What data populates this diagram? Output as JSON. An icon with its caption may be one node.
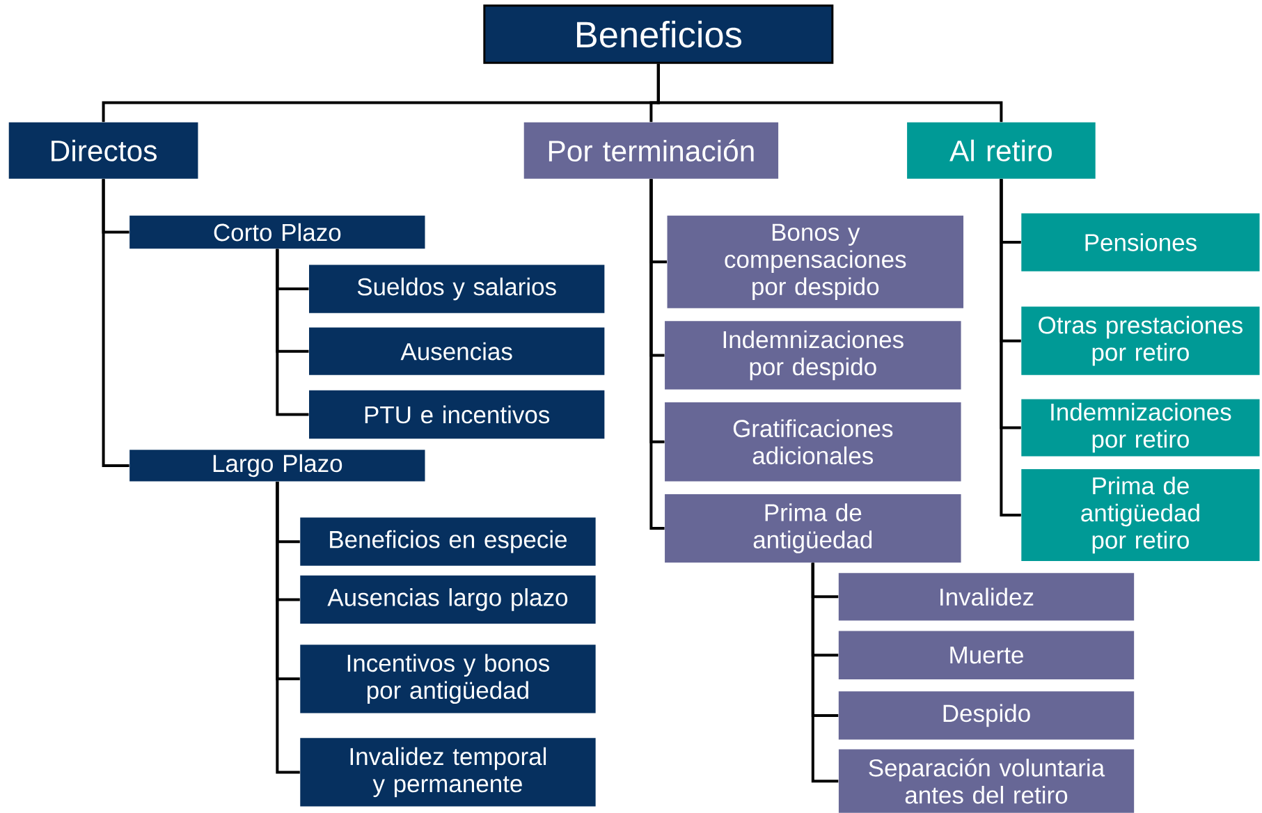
{
  "diagram": {
    "nodes": [
      {
        "text": [
          "Beneficios"
        ]
      },
      {
        "text": [
          "Directos"
        ]
      },
      {
        "text": [
          "Por terminación"
        ]
      },
      {
        "text": [
          "Al retiro"
        ]
      },
      {
        "text": [
          "Corto Plazo"
        ]
      },
      {
        "text": [
          "Sueldos y salarios"
        ]
      },
      {
        "text": [
          "Ausencias"
        ]
      },
      {
        "text": [
          "PTU e incentivos"
        ]
      },
      {
        "text": [
          "Largo Plazo"
        ]
      },
      {
        "text": [
          "Beneficios en especie"
        ]
      },
      {
        "text": [
          "Ausencias largo plazo"
        ]
      },
      {
        "text": [
          "Incentivos y bonos por antigüedad"
        ]
      },
      {
        "text": [
          "Invalidez temporal y permanente"
        ]
      },
      {
        "text": [
          "Bonos y compensaciones por despido"
        ]
      },
      {
        "text": [
          "Indemnizaciones por despido"
        ]
      },
      {
        "text": [
          "Gratificaciones adicionales"
        ]
      },
      {
        "text": [
          "Prima de antigüedad"
        ]
      },
      {
        "text": [
          "Invalidez"
        ]
      },
      {
        "text": [
          "Muerte"
        ]
      },
      {
        "text": [
          "Despido"
        ]
      },
      {
        "text": [
          "Separación voluntaria antes del retiro"
        ]
      },
      {
        "text": [
          "Pensiones"
        ]
      },
      {
        "text": [
          "Otras prestaciones por retiro"
        ]
      },
      {
        "text": [
          "Indemnizaciones por retiro"
        ]
      },
      {
        "text": [
          "Prima de antigüedad por retiro"
        ]
      }
    ],
    "edges": [
      {
        "from": 0,
        "to": 1,
        "arrow": "none"
      },
      {
        "from": 0,
        "to": 2,
        "arrow": "none"
      },
      {
        "from": 0,
        "to": 3,
        "arrow": "none"
      },
      {
        "from": 1,
        "to": 4,
        "arrow": "none"
      },
      {
        "from": 1,
        "to": 8,
        "arrow": "none"
      },
      {
        "from": 4,
        "to": 5,
        "arrow": "none"
      },
      {
        "from": 4,
        "to": 6,
        "arrow": "none"
      },
      {
        "from": 4,
        "to": 7,
        "arrow": "none"
      },
      {
        "from": 8,
        "to": 9,
        "arrow": "none"
      },
      {
        "from": 8,
        "to": 10,
        "arrow": "none"
      },
      {
        "from": 8,
        "to": 11,
        "arrow": "none"
      },
      {
        "from": 8,
        "to": 12,
        "arrow": "none"
      },
      {
        "from": 2,
        "to": 13,
        "arrow": "none"
      },
      {
        "from": 2,
        "to": 14,
        "arrow": "none"
      },
      {
        "from": 2,
        "to": 15,
        "arrow": "none"
      },
      {
        "from": 2,
        "to": 16,
        "arrow": "none"
      },
      {
        "from": 16,
        "to": 17,
        "arrow": "none"
      },
      {
        "from": 16,
        "to": 18,
        "arrow": "none"
      },
      {
        "from": 16,
        "to": 19,
        "arrow": "none"
      },
      {
        "from": 16,
        "to": 20,
        "arrow": "none"
      },
      {
        "from": 3,
        "to": 21,
        "arrow": "none"
      },
      {
        "from": 3,
        "to": 22,
        "arrow": "none"
      },
      {
        "from": 3,
        "to": 23,
        "arrow": "none"
      },
      {
        "from": 3,
        "to": 24,
        "arrow": "none"
      }
    ]
  }
}
